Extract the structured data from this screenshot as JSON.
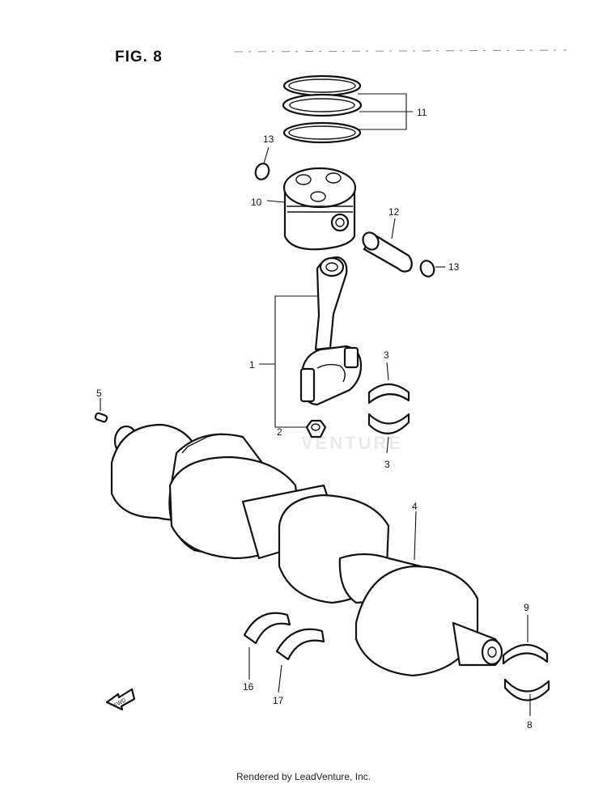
{
  "figure": {
    "title": "FIG. 8",
    "footer": "Rendered by LeadVenture, Inc.",
    "watermark": "VENTURE",
    "fwd_arrow_label": "FWD"
  },
  "callouts": [
    {
      "id": "1",
      "part": "connecting rod set"
    },
    {
      "id": "2",
      "part": "connecting rod nut"
    },
    {
      "id": "3",
      "part": "crank pin bearing"
    },
    {
      "id": "4",
      "part": "crankshaft"
    },
    {
      "id": "5",
      "part": "pin"
    },
    {
      "id": "8",
      "part": "crankshaft journal bearing"
    },
    {
      "id": "9",
      "part": "crankshaft journal bearing"
    },
    {
      "id": "10",
      "part": "piston"
    },
    {
      "id": "11",
      "part": "piston ring set"
    },
    {
      "id": "12",
      "part": "piston pin"
    },
    {
      "id": "13",
      "part": "piston pin circlip"
    },
    {
      "id": "16",
      "part": "thrust bearing"
    },
    {
      "id": "17",
      "part": "thrust bearing"
    }
  ]
}
